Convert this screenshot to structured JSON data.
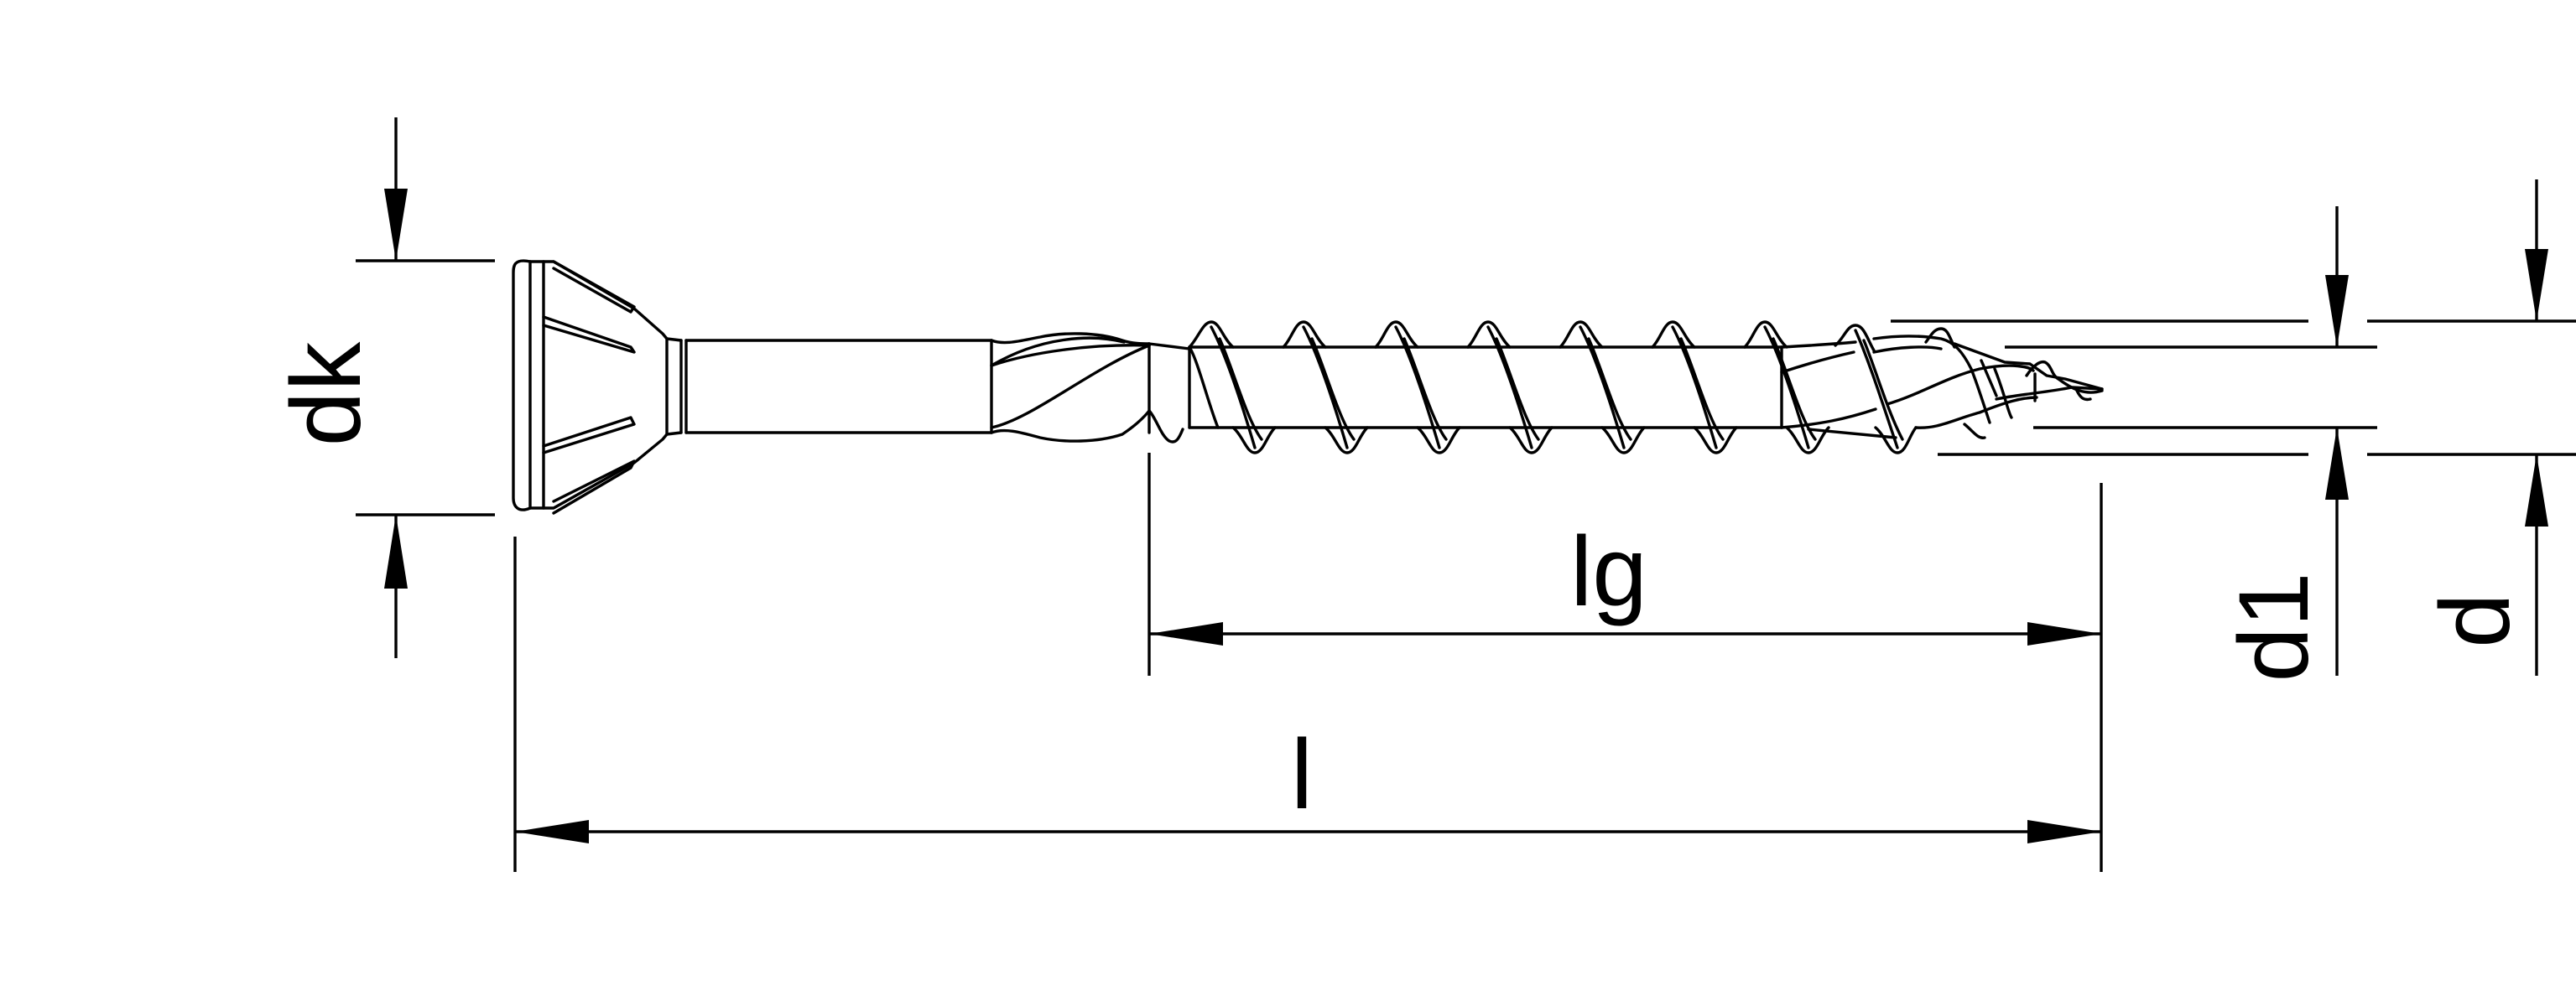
{
  "dimensions": {
    "head_diameter": {
      "label": "dk"
    },
    "thread_length": {
      "label": "lg"
    },
    "total_length": {
      "label": "l"
    },
    "core_diameter": {
      "label": "d1"
    },
    "thread_diameter": {
      "label": "d"
    }
  },
  "colors": {
    "line": "#000000",
    "background": "#ffffff"
  }
}
